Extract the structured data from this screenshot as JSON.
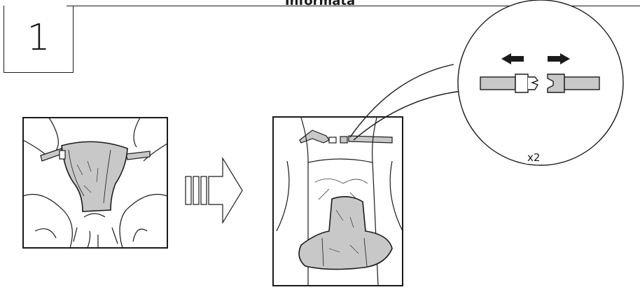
{
  "header": {
    "title": "Informata"
  },
  "step": {
    "number": "1"
  },
  "callout": {
    "quantity": "x2"
  },
  "icons": [
    "seat-cushion-illustration",
    "arrow-right-icon",
    "seat-open-illustration",
    "buckle-detail-illustration",
    "arrow-left-icon"
  ],
  "colors": {
    "line": "#1a1a1a",
    "fabric": "#c8c8c8",
    "background": "#ffffff"
  }
}
